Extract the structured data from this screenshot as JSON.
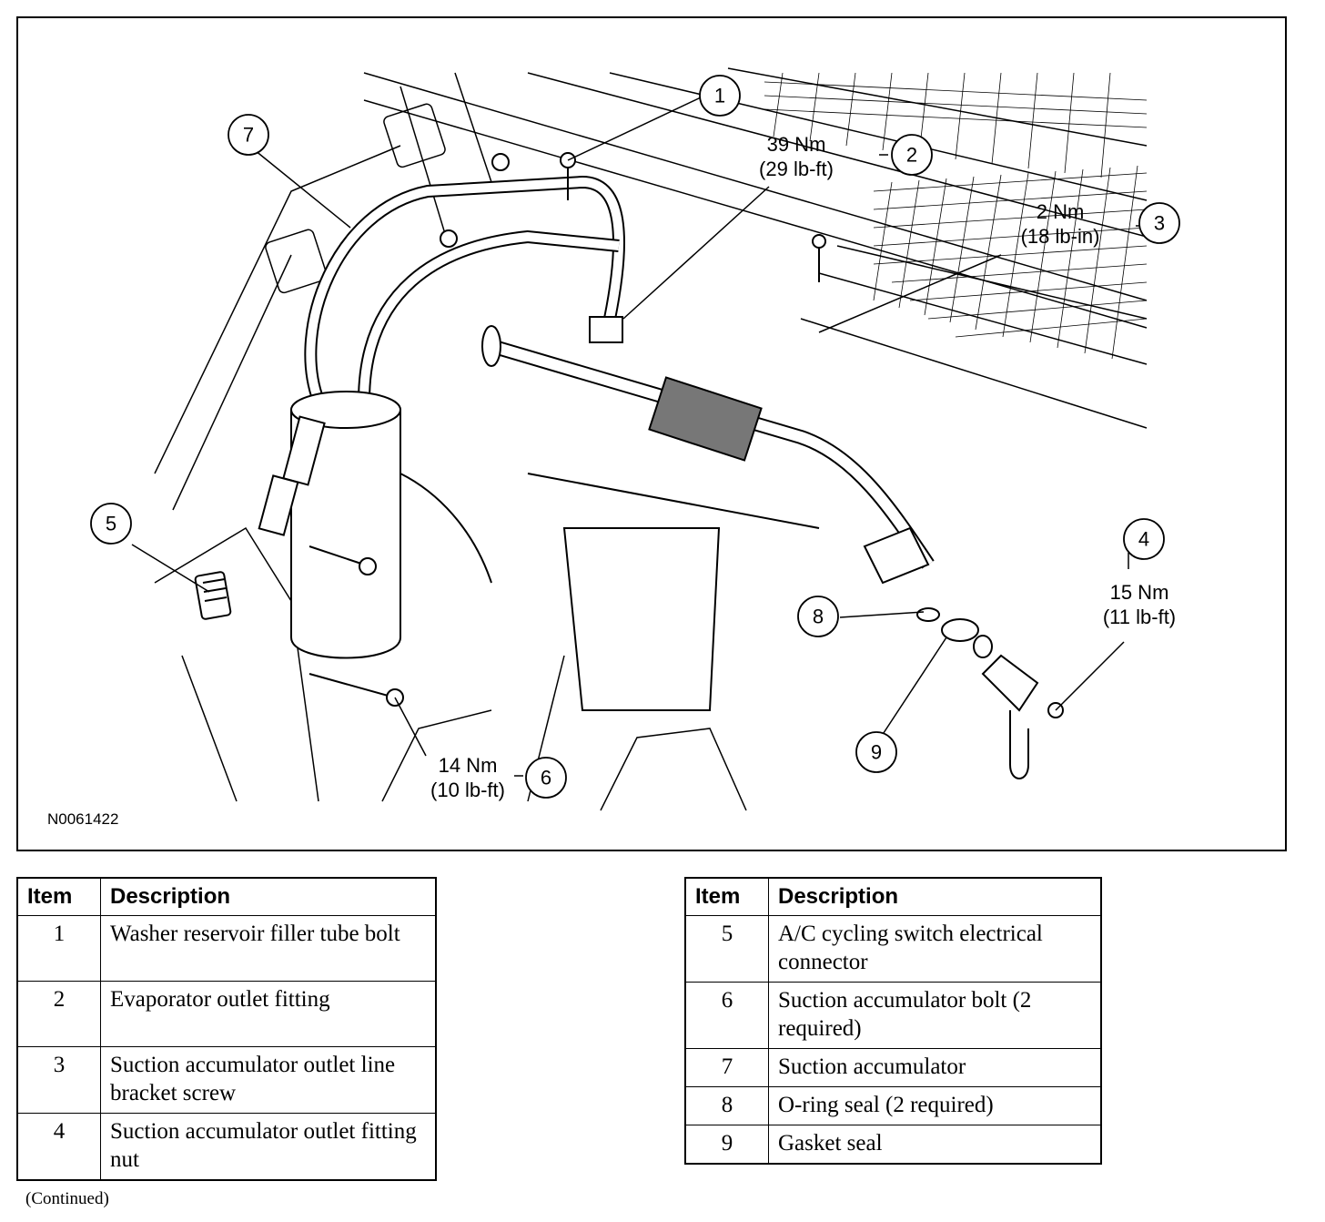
{
  "figure": {
    "id": "N0061422",
    "callouts": [
      {
        "num": "1",
        "torque_nm": "",
        "torque_imperial": ""
      },
      {
        "num": "2",
        "torque_nm": "39 Nm",
        "torque_imperial": "(29 lb-ft)"
      },
      {
        "num": "3",
        "torque_nm": "2 Nm",
        "torque_imperial": "(18 lb-in)"
      },
      {
        "num": "4",
        "torque_nm": "15 Nm",
        "torque_imperial": "(11 lb-ft)"
      },
      {
        "num": "5",
        "torque_nm": "",
        "torque_imperial": ""
      },
      {
        "num": "6",
        "torque_nm": "14 Nm",
        "torque_imperial": "(10 lb-ft)"
      },
      {
        "num": "7",
        "torque_nm": "",
        "torque_imperial": ""
      },
      {
        "num": "8",
        "torque_nm": "",
        "torque_imperial": ""
      },
      {
        "num": "9",
        "torque_nm": "",
        "torque_imperial": ""
      }
    ]
  },
  "legend": {
    "header_item": "Item",
    "header_description": "Description",
    "left": [
      {
        "item": "1",
        "description": "Washer reservoir filler tube bolt"
      },
      {
        "item": "2",
        "description": "Evaporator outlet fitting"
      },
      {
        "item": "3",
        "description": "Suction accumulator outlet line bracket screw"
      },
      {
        "item": "4",
        "description": "Suction accumulator outlet fitting nut"
      }
    ],
    "right": [
      {
        "item": "5",
        "description": "A/C cycling switch electrical connector"
      },
      {
        "item": "6",
        "description": "Suction accumulator bolt (2 required)"
      },
      {
        "item": "7",
        "description": "Suction accumulator"
      },
      {
        "item": "8",
        "description": "O-ring seal (2 required)"
      },
      {
        "item": "9",
        "description": "Gasket seal"
      }
    ]
  },
  "footer": {
    "continued": "(Continued)"
  }
}
